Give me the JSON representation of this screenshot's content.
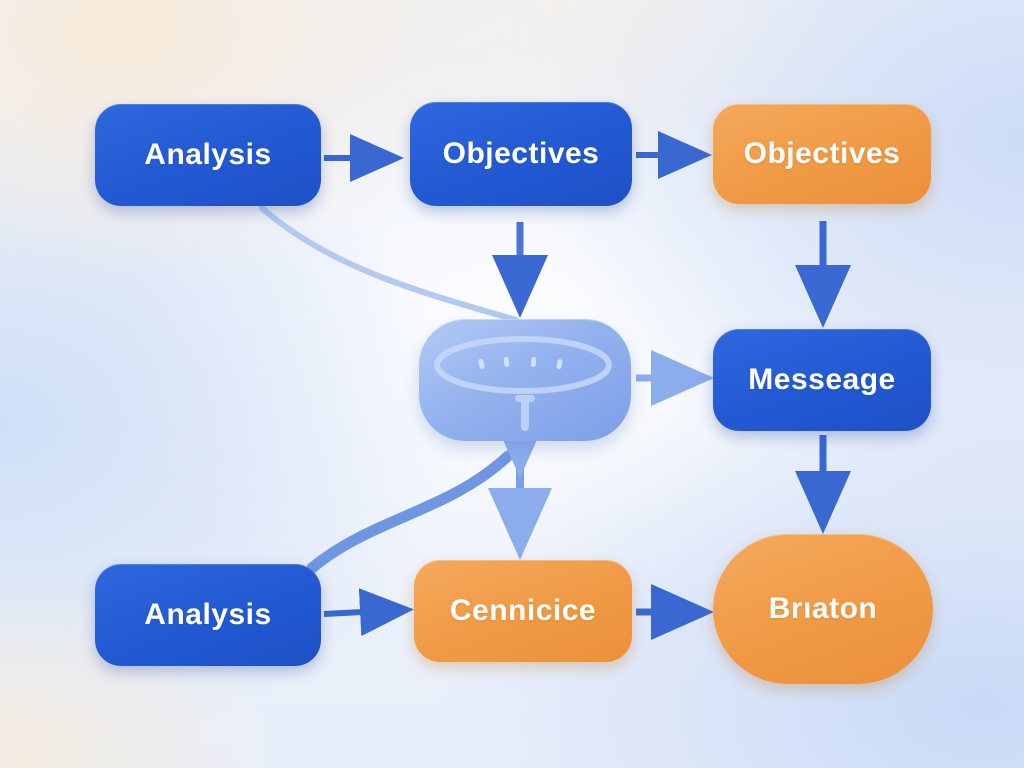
{
  "diagram": {
    "title": "flow-diagram",
    "nodes": [
      {
        "id": "analysis-top",
        "label": "Analysis",
        "variant": "blue",
        "row": "top",
        "col": "left"
      },
      {
        "id": "objectives-blue",
        "label": "Objectives",
        "variant": "blue",
        "row": "top",
        "col": "center"
      },
      {
        "id": "objectives-orange",
        "label": "Objectives",
        "variant": "orange",
        "row": "top",
        "col": "right"
      },
      {
        "id": "center-icon-node",
        "label": "",
        "variant": "light-blue-icon",
        "row": "middle",
        "col": "center",
        "icon": "ellipse-table-icon"
      },
      {
        "id": "messeage",
        "label": "Messeage",
        "variant": "blue",
        "row": "middle",
        "col": "right"
      },
      {
        "id": "analysis-bottom",
        "label": "Analysis",
        "variant": "blue",
        "row": "bottom",
        "col": "left"
      },
      {
        "id": "cennicice",
        "label": "Cennicice",
        "variant": "orange",
        "row": "bottom",
        "col": "center"
      },
      {
        "id": "briaton",
        "label": "Brıaton",
        "variant": "orange-pill",
        "row": "bottom",
        "col": "right"
      }
    ],
    "edges": [
      {
        "from": "analysis-top",
        "to": "objectives-blue",
        "type": "arrow-right"
      },
      {
        "from": "objectives-blue",
        "to": "objectives-orange",
        "type": "arrow-right"
      },
      {
        "from": "analysis-top",
        "to": "center-icon-node",
        "type": "curve"
      },
      {
        "from": "objectives-blue",
        "to": "center-icon-node",
        "type": "arrow-down"
      },
      {
        "from": "objectives-orange",
        "to": "messeage",
        "type": "arrow-down"
      },
      {
        "from": "center-icon-node",
        "to": "messeage",
        "type": "arrow-right"
      },
      {
        "from": "center-icon-node",
        "to": "cennicice",
        "type": "double-arrow-vertical"
      },
      {
        "from": "analysis-bottom",
        "to": "center-icon-node",
        "type": "thick-curve"
      },
      {
        "from": "analysis-bottom",
        "to": "cennicice",
        "type": "arrow-right"
      },
      {
        "from": "cennicice",
        "to": "briaton",
        "type": "arrow-right"
      },
      {
        "from": "messeage",
        "to": "briaton",
        "type": "arrow-down"
      }
    ],
    "colors": {
      "node_blue": "#2259d2",
      "node_orange": "#f09a45",
      "node_light_blue": "#94b2ee",
      "arrow_blue": "#3a68d2",
      "arrow_light_blue": "#8badec",
      "curve_thin": "#b4c9f2",
      "curve_thick": "#6f96e3",
      "text": "#ffffff",
      "background_blue": "#d8e4f8",
      "background_peach": "#f8ecd9"
    }
  }
}
